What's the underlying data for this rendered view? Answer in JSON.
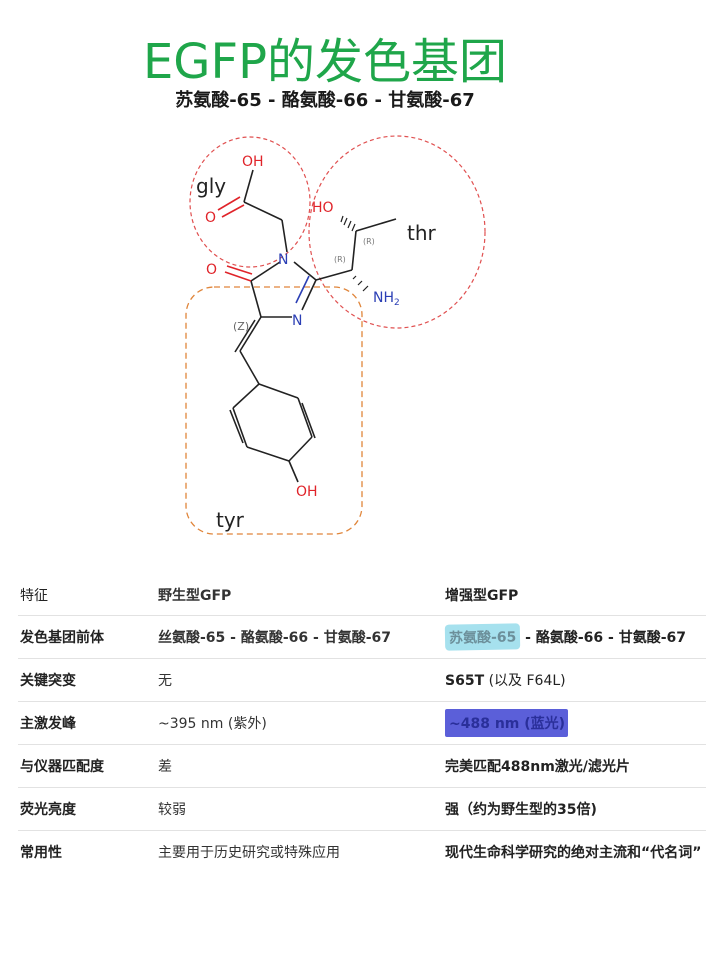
{
  "title": "EGFP的发色基团",
  "subtitle": "苏氨酸-65 - 酪氨酸-66 - 甘氨酸-67",
  "molecule": {
    "region_labels": {
      "gly": "gly",
      "thr": "thr",
      "tyr": "tyr"
    },
    "atoms": {
      "oh_top": "OH",
      "o_carbonyl": "O",
      "o_ring": "O",
      "n_ring1": "N",
      "n_ring2": "N",
      "ho_thr": "HO",
      "nh2": "NH",
      "nh2_sub": "2",
      "oh_phenol": "OH"
    },
    "stereo": {
      "r1": "(R)",
      "r2": "(R)",
      "z": "(Z)"
    },
    "colors": {
      "oxygen": "#e0242a",
      "nitrogen": "#2b3fb5",
      "bond": "#222222",
      "circle": "#e05050",
      "tyr_box": "#e0853a"
    }
  },
  "table": {
    "rows": [
      [
        "特征",
        "野生型GFP",
        "增强型GFP"
      ],
      [
        "发色基团前体",
        "丝氨酸-65 - 酪氨酸-66 - 甘氨酸-67",
        "苏氨酸-65 - 酪氨酸-66 - 甘氨酸-67"
      ],
      [
        "关键突变",
        "无",
        "S65T (以及 F64L)"
      ],
      [
        "主激发峰",
        "~395 nm (紫外)",
        "~488 nm (蓝光)"
      ],
      [
        "与仪器匹配度",
        "差",
        "完美匹配488nm激光/滤光片"
      ],
      [
        "荧光亮度",
        "较弱",
        "强（约为野生型的35倍)"
      ],
      [
        "常用性",
        "主要用于历史研究或特殊应用",
        "现代生命科学研究的绝对主流和“代名词”"
      ]
    ],
    "egfp_precursor_parts": {
      "highlighted": "苏氨酸-65",
      "rest": " - 酪氨酸-66 - 甘氨酸-67"
    },
    "mutation_parts": {
      "main": "S65T",
      "extra": " (以及 F64L)"
    }
  }
}
